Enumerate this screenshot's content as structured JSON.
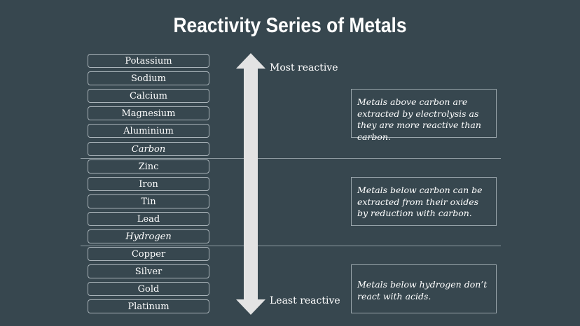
{
  "title": "Reactivity Series of Metals",
  "metals": [
    {
      "name": "Potassium"
    },
    {
      "name": "Sodium"
    },
    {
      "name": "Calcium"
    },
    {
      "name": "Magnesium"
    },
    {
      "name": "Aluminium"
    },
    {
      "name": "Carbon",
      "italic": true
    },
    {
      "name": "Zinc"
    },
    {
      "name": "Iron"
    },
    {
      "name": "Tin"
    },
    {
      "name": "Lead"
    },
    {
      "name": "Hydrogen",
      "italic": true
    },
    {
      "name": "Copper"
    },
    {
      "name": "Silver"
    },
    {
      "name": "Gold"
    },
    {
      "name": "Platinum"
    }
  ],
  "arrow": {
    "top_label": "Most reactive",
    "bottom_label": "Least reactive"
  },
  "notes": [
    "Metals above carbon are extracted by electrolysis as they are more reactive than carbon.",
    "Metals below carbon can be extracted from their oxides by reduction with carbon.",
    "Metals below hydrogen don’t react with acids."
  ]
}
